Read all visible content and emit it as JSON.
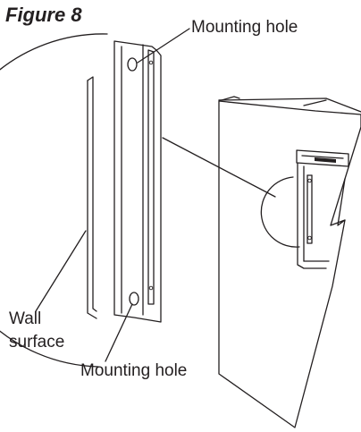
{
  "figure": {
    "title": "Figure 8",
    "labels": {
      "mounting_hole_top": "Mounting hole",
      "mounting_hole_bottom": "Mounting hole",
      "wall_line1": "Wall",
      "wall_line2": "surface"
    },
    "line_color": "#231f20"
  }
}
